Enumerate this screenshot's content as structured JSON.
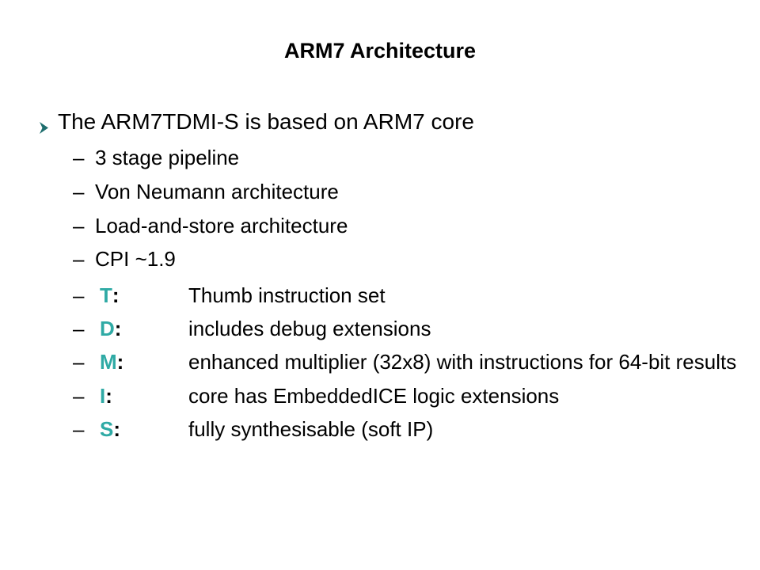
{
  "slide": {
    "title": "ARM7 Architecture",
    "dash": "–",
    "main_bullet": {
      "marker_icon": "arrow-bullet-icon",
      "text": "The ARM7TDMI-S is based on ARM7 core"
    },
    "plain_items": [
      "3 stage pipeline",
      "Von Neumann architecture",
      "Load-and-store architecture",
      "CPI ~1.9"
    ],
    "letter_items": [
      {
        "letter": "T",
        "colon": ":",
        "desc": "Thumb instruction set"
      },
      {
        "letter": "D",
        "colon": ":",
        "desc": "includes debug extensions"
      },
      {
        "letter": "M",
        "colon": ":",
        "desc": "enhanced multiplier (32x8) with instructions for 64-bit results"
      },
      {
        "letter": "I",
        "colon": ":",
        "desc": "core has EmbeddedICE logic extensions"
      },
      {
        "letter": "S",
        "colon": ":",
        "desc": "fully synthesisable (soft IP)"
      }
    ],
    "colors": {
      "accent_teal": "#2FAAA5",
      "bullet_arrow_teal": "#1E6E6E",
      "text_black": "#000000",
      "background_white": "#ffffff"
    }
  }
}
